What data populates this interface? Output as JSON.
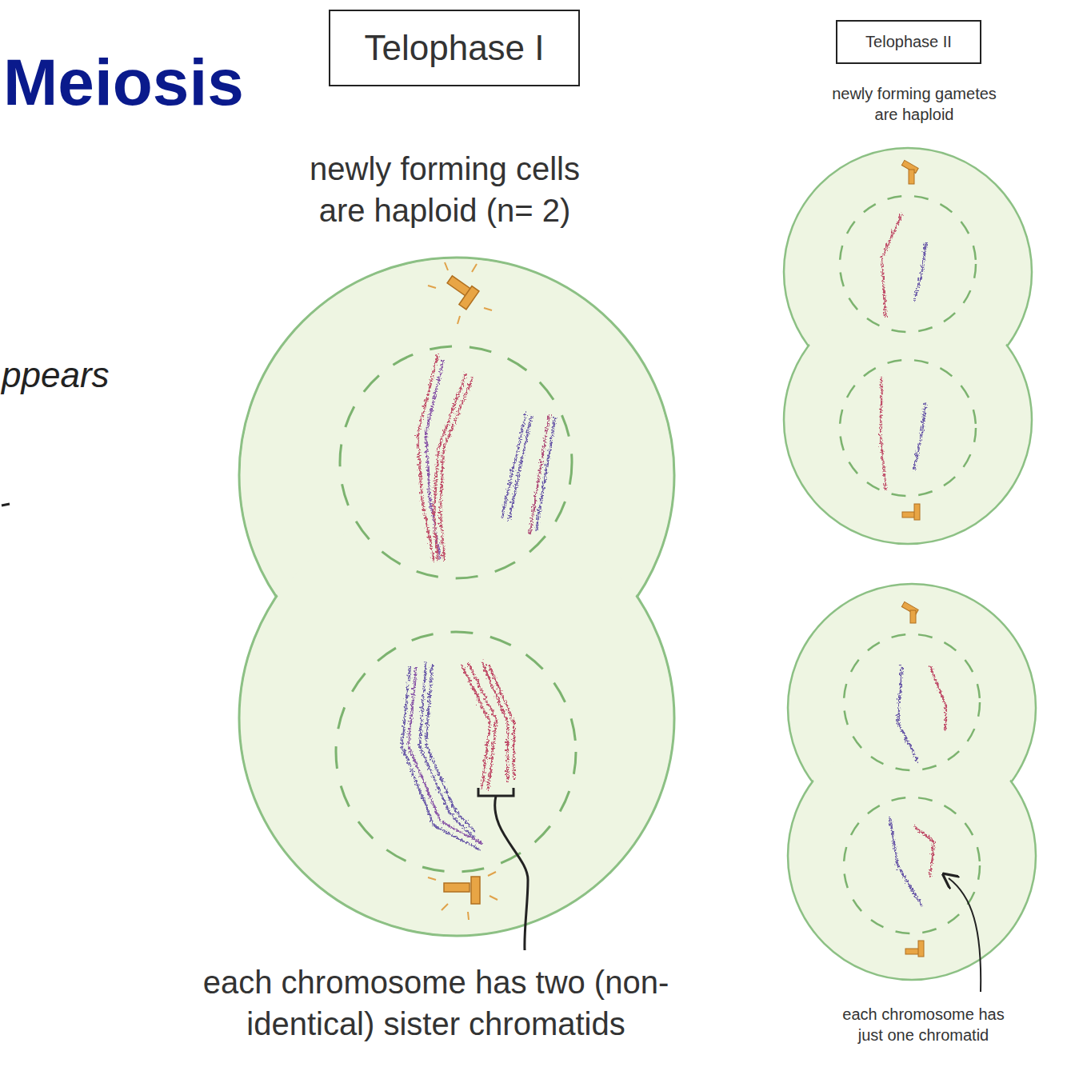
{
  "diagram": {
    "title": "Meiosis",
    "nodes": [
      {
        "text": [
          "Telophase I"
        ]
      },
      {
        "text": [
          "Telophase II"
        ]
      }
    ],
    "labels": [
      "newly forming cells are haploid (n= 2)",
      "each chromosome has two (non-identical) sister chromatids",
      "newly forming gametes are haploid",
      "each chromosome has just one chromatid",
      "ppears"
    ]
  }
}
